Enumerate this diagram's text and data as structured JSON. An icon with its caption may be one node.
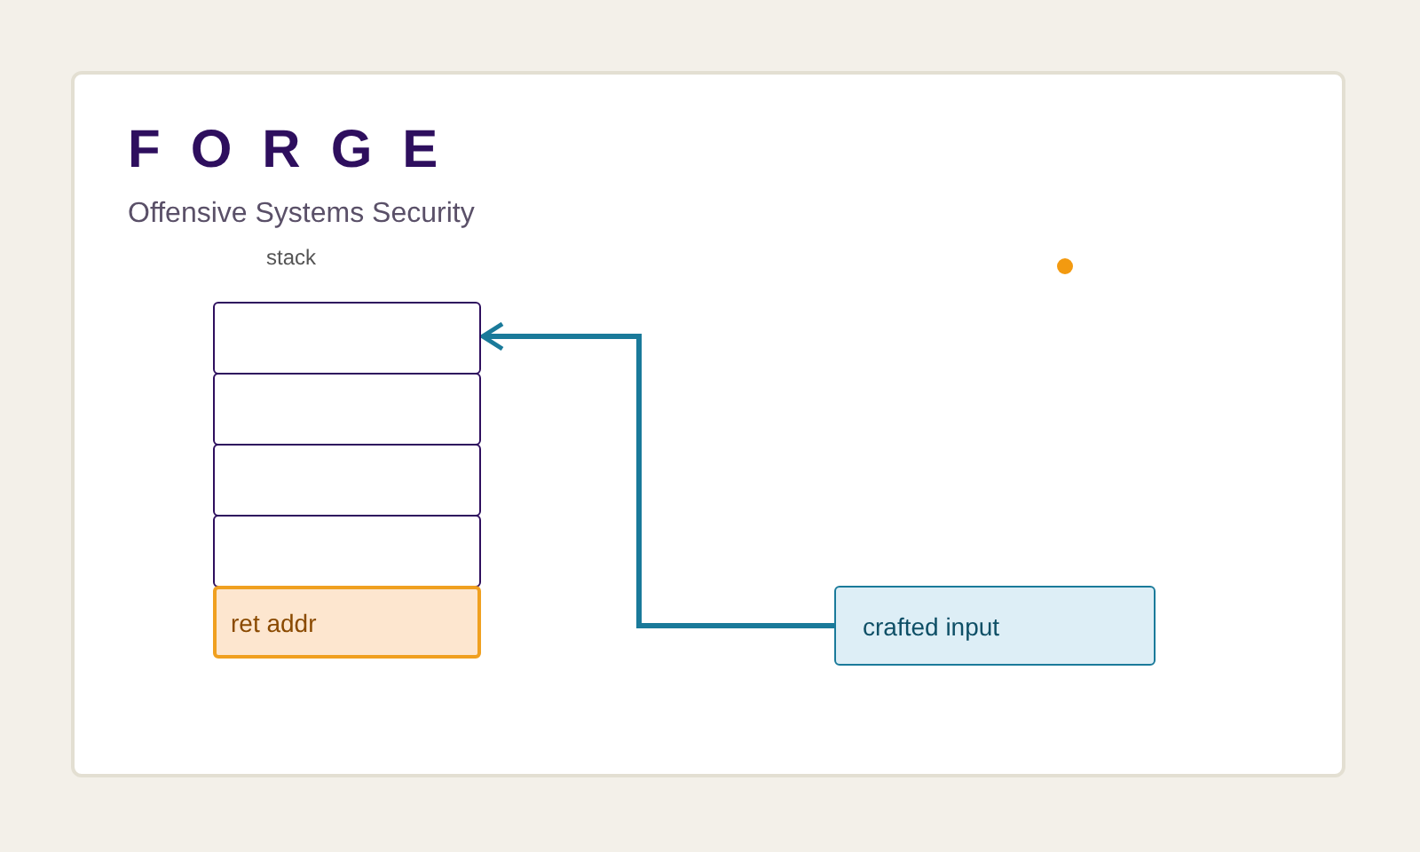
{
  "diagram": {
    "title": "FORGE",
    "nodes": [
      {
        "text": [],
        "shape": "box"
      },
      {
        "text": [],
        "shape": "box"
      },
      {
        "text": [],
        "shape": "box"
      },
      {
        "text": [],
        "shape": "box"
      },
      {
        "text": [
          "ret addr"
        ]
      },
      {
        "text": [
          "crafted input"
        ]
      }
    ],
    "edges": [
      {
        "from": 5,
        "to": 0,
        "arrow": "to"
      }
    ],
    "labels": [
      "Offensive Systems Security",
      "stack"
    ]
  }
}
